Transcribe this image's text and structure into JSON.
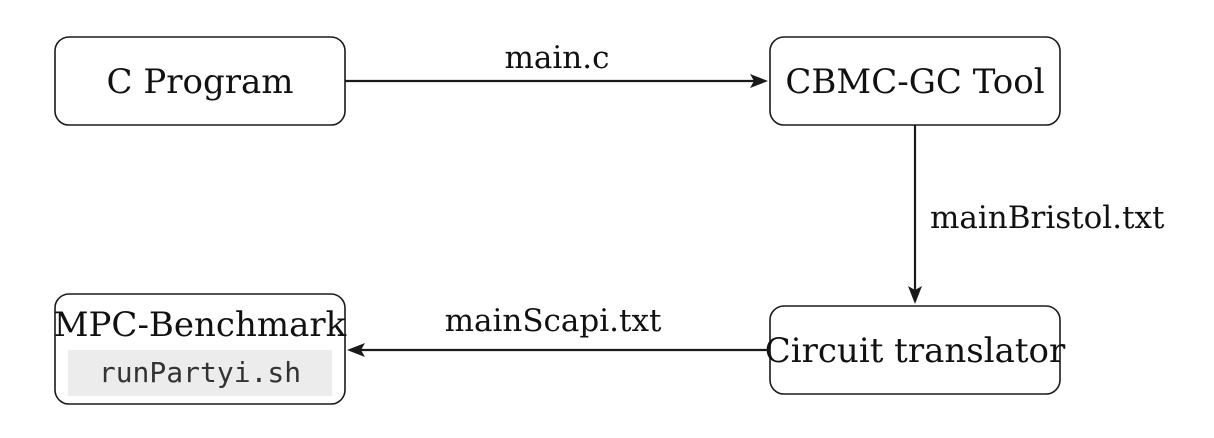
{
  "nodes": {
    "c_program": {
      "label": "C Program"
    },
    "cbmc_gc_tool": {
      "label": "CBMC-GC Tool"
    },
    "circuit_translator": {
      "label": "Circuit translator"
    },
    "mpc_benchmark": {
      "label": "MPC-Benchmark",
      "script": "runPartyi.sh"
    }
  },
  "edges": {
    "c_to_cbmc": {
      "label": "main.c"
    },
    "cbmc_to_translator": {
      "label": "mainBristol.txt"
    },
    "translator_to_mpc": {
      "label": "mainScapi.txt"
    }
  },
  "colors": {
    "stroke": "#1a1a1a",
    "code_background": "#ececec"
  }
}
